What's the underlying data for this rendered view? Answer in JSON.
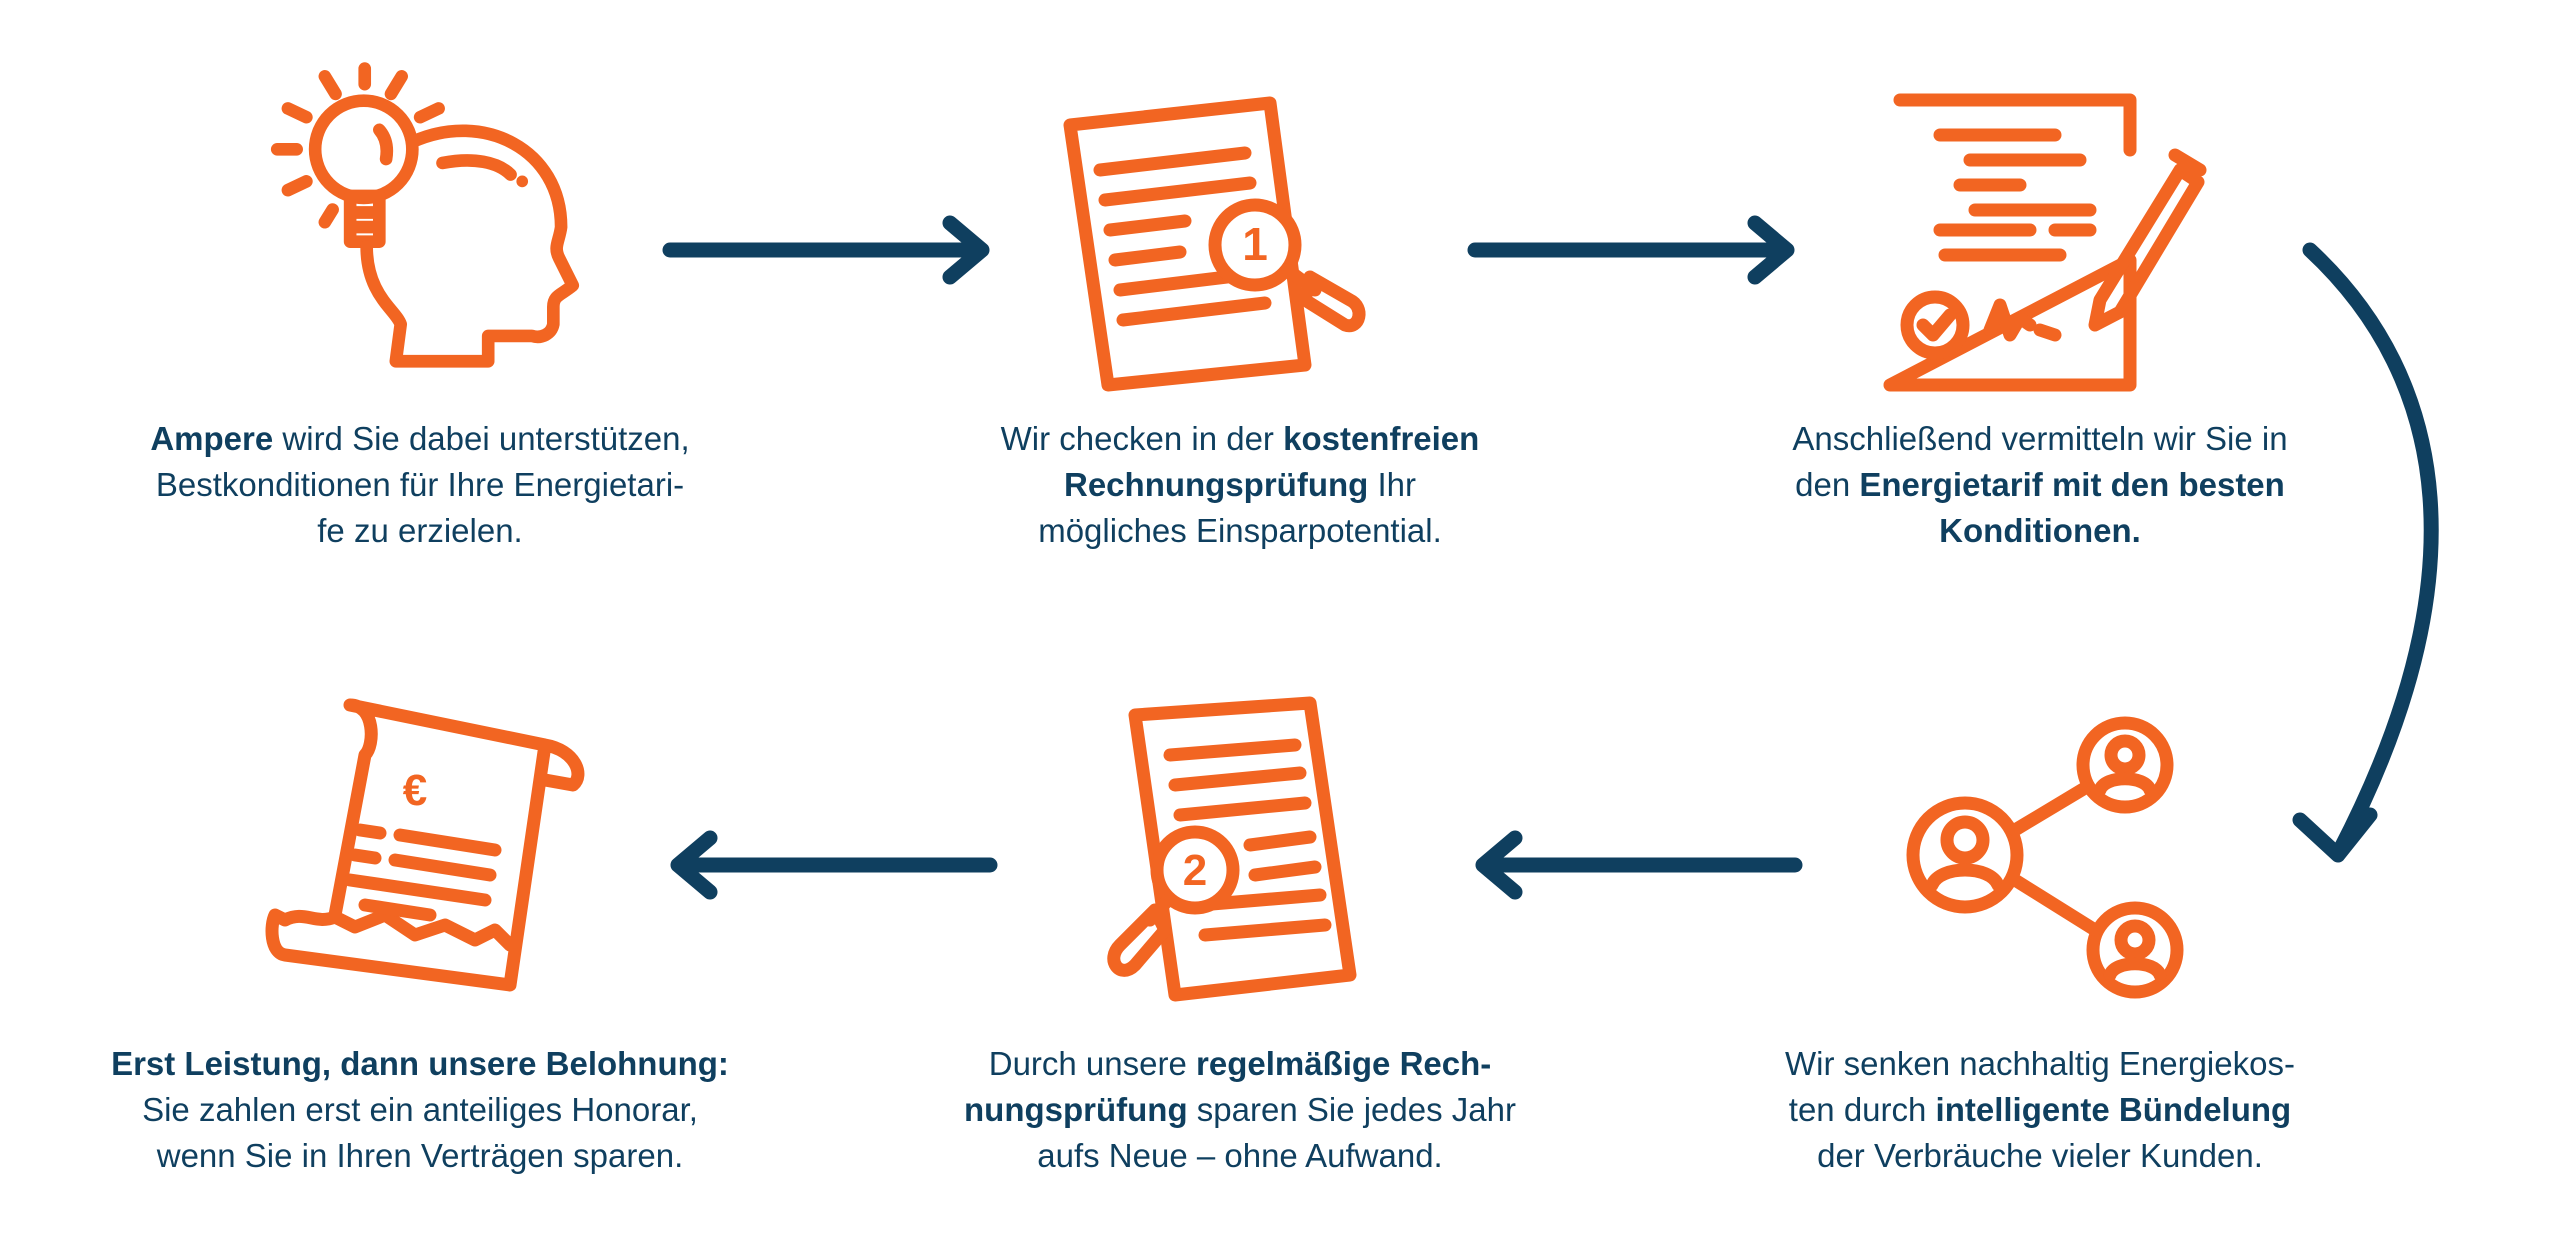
{
  "colors": {
    "accent": "#f26522",
    "text": "#0f3f5f"
  },
  "steps": [
    {
      "icon": "lightbulb-head-icon",
      "parts": [
        {
          "b": "Ampere"
        },
        {
          "t": " wird Sie dabei unterstützen,"
        },
        {
          "br": 1
        },
        {
          "t": "Bestkonditionen für Ihre Energietari-"
        },
        {
          "br": 1
        },
        {
          "t": "fe zu erzielen."
        }
      ]
    },
    {
      "icon": "document-magnifier-1-icon",
      "badge": "1",
      "parts": [
        {
          "t": "Wir checken in der "
        },
        {
          "b": "kostenfreien"
        },
        {
          "br": 1
        },
        {
          "b": "Rechnungsprüfung"
        },
        {
          "t": " Ihr"
        },
        {
          "br": 1
        },
        {
          "t": "mögliches Einsparpotential."
        }
      ]
    },
    {
      "icon": "contract-signature-icon",
      "parts": [
        {
          "t": "Anschließend vermitteln wir Sie in"
        },
        {
          "br": 1
        },
        {
          "t": "den "
        },
        {
          "b": "Energietarif mit den besten"
        },
        {
          "br": 1
        },
        {
          "b": "Konditionen."
        }
      ]
    },
    {
      "icon": "network-users-icon",
      "parts": [
        {
          "t": "Wir senken nachhaltig Energiekos-"
        },
        {
          "br": 1
        },
        {
          "t": "ten durch "
        },
        {
          "b": "intelligente Bündelung"
        },
        {
          "br": 1
        },
        {
          "t": "der Verbräuche vieler Kunden."
        }
      ]
    },
    {
      "icon": "document-magnifier-2-icon",
      "badge": "2",
      "parts": [
        {
          "t": "Durch unsere "
        },
        {
          "b": "regelmäßige Rech-"
        },
        {
          "br": 1
        },
        {
          "b": "nungsprüfung"
        },
        {
          "t": " sparen Sie jedes Jahr"
        },
        {
          "br": 1
        },
        {
          "t": "aufs Neue – ohne Aufwand."
        }
      ]
    },
    {
      "icon": "euro-receipt-icon",
      "badge": "€",
      "parts": [
        {
          "b": "Erst Leistung, dann unsere Belohnung:"
        },
        {
          "br": 1
        },
        {
          "t": "Sie zahlen erst ein anteiliges Honorar,"
        },
        {
          "br": 1
        },
        {
          "t": "wenn Sie in Ihren Verträgen sparen."
        }
      ]
    }
  ]
}
